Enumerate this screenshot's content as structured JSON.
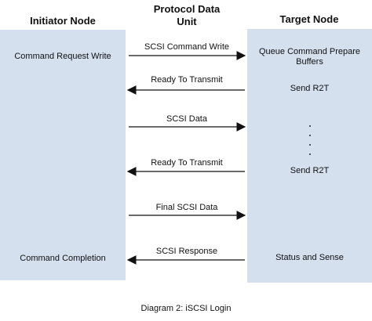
{
  "headers": {
    "initiator": "Initiator Node",
    "pdu_line1": "Protocol Data",
    "pdu_line2": "Unit",
    "target": "Target Node"
  },
  "initiator_lane": {
    "command_request": "Command Request Write",
    "command_completion": "Command Completion"
  },
  "target_lane": {
    "queue_line1": "Queue Command Prepare",
    "queue_line2": "Buffers",
    "send_r2t_1": "Send R2T",
    "send_r2t_2": "Send R2T",
    "status_sense": "Status and Sense"
  },
  "messages": [
    {
      "label": "SCSI Command Write",
      "direction": "right"
    },
    {
      "label": "Ready To Transmit",
      "direction": "left"
    },
    {
      "label": "SCSI Data",
      "direction": "right"
    },
    {
      "label": "Ready To Transmit",
      "direction": "left"
    },
    {
      "label": "Final SCSI Data",
      "direction": "right"
    },
    {
      "label": "SCSI Response",
      "direction": "left"
    }
  ],
  "caption": "Diagram 2: iSCSI Login"
}
